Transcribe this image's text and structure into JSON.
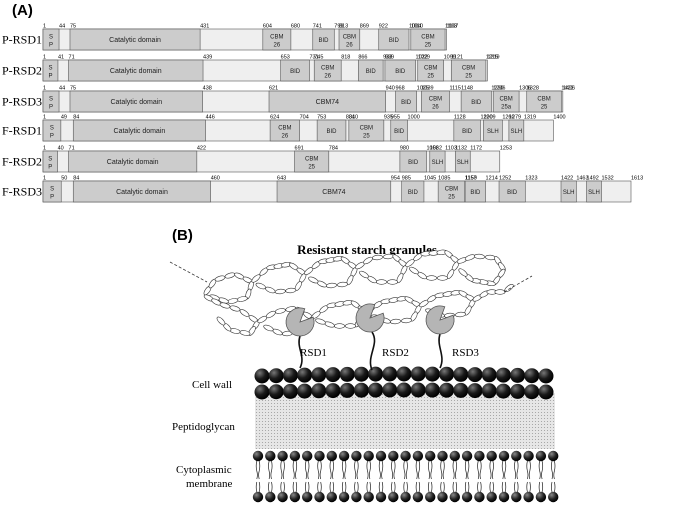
{
  "panel_a_label": "(A)",
  "panel_b_label": "(B)",
  "proteins": [
    {
      "name": "P-RSD1",
      "length": 1107,
      "labels": [
        "1",
        "44",
        "75",
        "431",
        "604",
        "680",
        "741",
        "799",
        "813",
        "869",
        "922",
        "1004",
        "1010",
        "1103",
        "1107"
      ],
      "domains": [
        {
          "name": "SP",
          "start": 1,
          "end": 44
        },
        {
          "name": "Catalytic domain",
          "start": 75,
          "end": 431
        },
        {
          "name": "CBM 26",
          "start": 604,
          "end": 680
        },
        {
          "name": "BID",
          "start": 741,
          "end": 799
        },
        {
          "name": "CBM 26",
          "start": 813,
          "end": 869
        },
        {
          "name": "BID",
          "start": 922,
          "end": 1004
        },
        {
          "name": "CBM 25",
          "start": 1010,
          "end": 1103
        }
      ]
    },
    {
      "name": "P-RSD2",
      "length": 1219,
      "labels": [
        "1",
        "41",
        "71",
        "439",
        "653",
        "731",
        "745",
        "818",
        "866",
        "933",
        "939",
        "1022",
        "1029",
        "1099",
        "1121",
        "1215",
        "1219"
      ],
      "domains": [
        {
          "name": "SP",
          "start": 1,
          "end": 41
        },
        {
          "name": "Catalytic domain",
          "start": 71,
          "end": 439
        },
        {
          "name": "BID",
          "start": 653,
          "end": 731
        },
        {
          "name": "CBM 26",
          "start": 745,
          "end": 818
        },
        {
          "name": "BID",
          "start": 866,
          "end": 933
        },
        {
          "name": "BID",
          "start": 939,
          "end": 1022
        },
        {
          "name": "CBM 25",
          "start": 1029,
          "end": 1099
        },
        {
          "name": "CBM 25",
          "start": 1121,
          "end": 1215
        }
      ]
    },
    {
      "name": "P-RSD3",
      "length": 1426,
      "labels": [
        "1",
        "44",
        "75",
        "438",
        "621",
        "940",
        "968",
        "1025",
        "1039",
        "1115",
        "1148",
        "1230",
        "1236",
        "1306",
        "1328",
        "1422",
        "1426"
      ],
      "domains": [
        {
          "name": "SP",
          "start": 1,
          "end": 44
        },
        {
          "name": "Catalytic domain",
          "start": 75,
          "end": 438
        },
        {
          "name": "CBM74",
          "start": 621,
          "end": 940
        },
        {
          "name": "BID",
          "start": 968,
          "end": 1025
        },
        {
          "name": "CBM 26",
          "start": 1039,
          "end": 1115
        },
        {
          "name": "BID",
          "start": 1148,
          "end": 1230
        },
        {
          "name": "CBM 25a",
          "start": 1236,
          "end": 1306
        },
        {
          "name": "CBM 25",
          "start": 1328,
          "end": 1422
        }
      ]
    },
    {
      "name": "F-RSD1",
      "length": 1400,
      "labels": [
        "1",
        "49",
        "84",
        "446",
        "624",
        "704",
        "753",
        "831",
        "840",
        "935",
        "955",
        "1000",
        "1128",
        "1200",
        "1209",
        "1260",
        "1279",
        "1319",
        "1400"
      ],
      "domains": [
        {
          "name": "SP",
          "start": 1,
          "end": 49
        },
        {
          "name": "Catalytic domain",
          "start": 84,
          "end": 446
        },
        {
          "name": "CBM 26",
          "start": 624,
          "end": 704
        },
        {
          "name": "BID",
          "start": 753,
          "end": 831
        },
        {
          "name": "CBM 25",
          "start": 840,
          "end": 935
        },
        {
          "name": "BID",
          "start": 955,
          "end": 1000
        },
        {
          "name": "BID",
          "start": 1128,
          "end": 1200
        },
        {
          "name": "SLH",
          "start": 1209,
          "end": 1260
        },
        {
          "name": "SLH",
          "start": 1279,
          "end": 1319
        }
      ]
    },
    {
      "name": "F-RSD2",
      "length": 1253,
      "labels": [
        "1",
        "40",
        "71",
        "422",
        "691",
        "784",
        "980",
        "1052",
        "1062",
        "1103",
        "1132",
        "1172",
        "1253"
      ],
      "domains": [
        {
          "name": "SP",
          "start": 1,
          "end": 40
        },
        {
          "name": "Catalytic domain",
          "start": 71,
          "end": 422
        },
        {
          "name": "CBM 25",
          "start": 691,
          "end": 784
        },
        {
          "name": "BID",
          "start": 980,
          "end": 1052
        },
        {
          "name": "SLH",
          "start": 1062,
          "end": 1103
        },
        {
          "name": "SLH",
          "start": 1132,
          "end": 1172
        }
      ]
    },
    {
      "name": "F-RSD3",
      "length": 1613,
      "labels": [
        "1",
        "50",
        "84",
        "460",
        "643",
        "954",
        "985",
        "1045",
        "1085",
        "1157",
        "1159",
        "1214",
        "1252",
        "1323",
        "1422",
        "1463",
        "1492",
        "1532",
        "1613"
      ],
      "domains": [
        {
          "name": "SP",
          "start": 1,
          "end": 50
        },
        {
          "name": "Catalytic domain",
          "start": 84,
          "end": 460
        },
        {
          "name": "CBM74",
          "start": 643,
          "end": 954
        },
        {
          "name": "BID",
          "start": 985,
          "end": 1045
        },
        {
          "name": "CBM 25",
          "start": 1085,
          "end": 1157
        },
        {
          "name": "BID",
          "start": 1159,
          "end": 1214
        },
        {
          "name": "BID",
          "start": 1252,
          "end": 1323
        },
        {
          "name": "SLH",
          "start": 1422,
          "end": 1463
        },
        {
          "name": "SLH",
          "start": 1492,
          "end": 1532
        }
      ]
    }
  ],
  "panel_b": {
    "title": "Resistant starch granules",
    "rsd_labels": [
      "RSD1",
      "RSD2",
      "RSD3"
    ],
    "layer_labels": {
      "cell_wall": "Cell wall",
      "peptidoglycan": "Peptidoglycan",
      "membrane_line1": "Cytoplasmic",
      "membrane_line2": "membrane"
    }
  },
  "colors": {
    "domain_fill": "#cccccc",
    "body_fill": "#efefef",
    "peptidoglycan_fill": "#e0e0e0",
    "enzyme_fill": "#b5b5b5"
  }
}
